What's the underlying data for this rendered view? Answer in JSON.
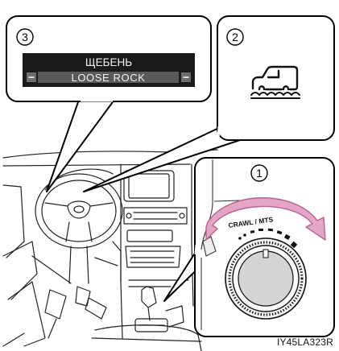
{
  "callouts": {
    "one": "1",
    "two": "2",
    "three": "3"
  },
  "display": {
    "title": "ЩЕБЕНЬ",
    "mode": "LOOSE ROCK",
    "background": "#1a1a1a",
    "text_color": "#f2f2f2"
  },
  "dial": {
    "label": "CRAWL / MTS",
    "arrow_color": "#e3a6c6",
    "arrow_outline": "#b8638f"
  },
  "icons": {
    "terrain": "off-road-vehicle-on-rocks-icon",
    "steering": "steering-wheel-icon",
    "shifter": "gear-shifter-icon",
    "knob": "rotary-selector-knob-icon"
  },
  "figure_code": "IY45LA323R"
}
